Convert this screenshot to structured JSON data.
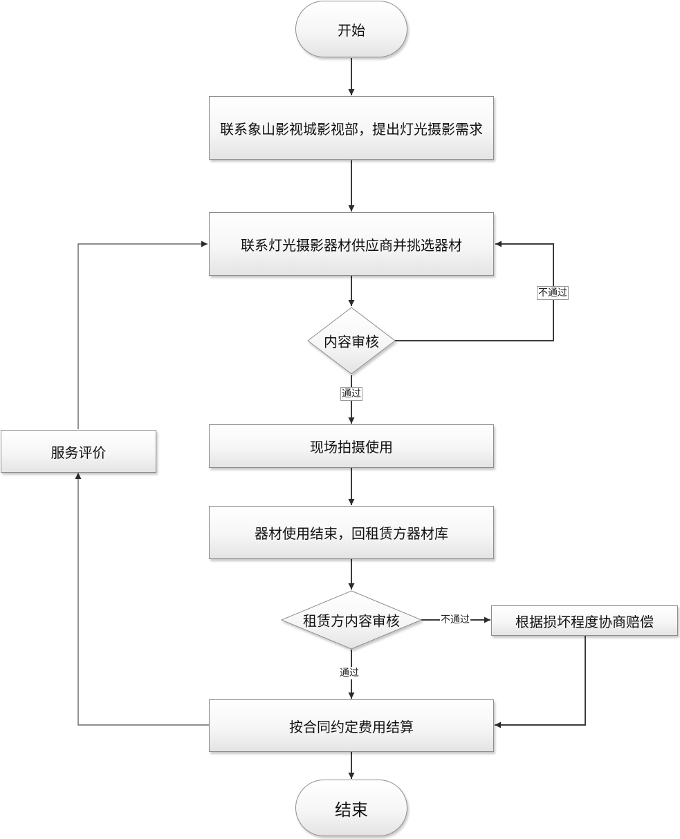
{
  "nodes": {
    "start": "开始",
    "contact_dept": "联系象山影视城影视部，提出灯光摄影需求",
    "select_equipment": "联系灯光摄影器材供应商并挑选器材",
    "content_review": "内容审核",
    "onsite_use": "现场拍摄使用",
    "return_equipment": "器材使用结束，回租赁方器材库",
    "lessor_review": "租赁方内容审核",
    "compensation": "根据损坏程度协商赔偿",
    "settlement": "按合同约定费用结算",
    "end": "结束",
    "service_evaluation": "服务评价"
  },
  "edge_labels": {
    "review_fail": "不通过",
    "review_pass": "通过",
    "lessor_fail": "不通过",
    "lessor_pass": "通过"
  }
}
